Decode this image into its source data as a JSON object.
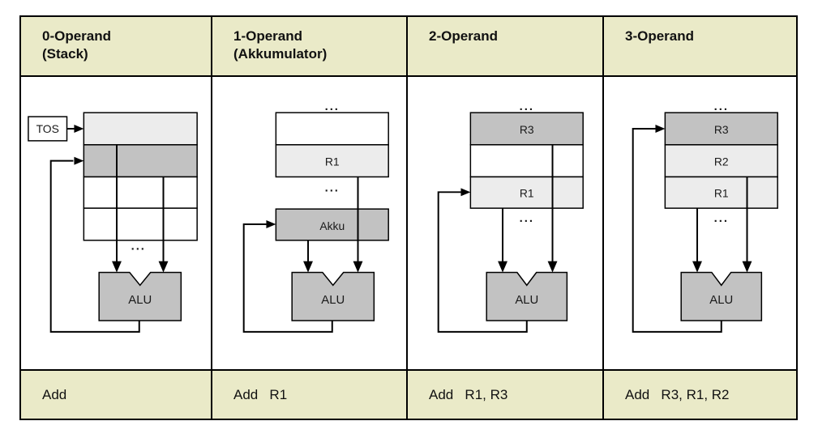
{
  "colors": {
    "header_bg": "#eaeac8",
    "cell_light": "#ececec",
    "cell_dark": "#c2c2c2",
    "border": "#000000"
  },
  "table": {
    "headers": [
      {
        "line1": "0-Operand",
        "line2": "(Stack)"
      },
      {
        "line1": "1-Operand",
        "line2": "(Akkumulator)"
      },
      {
        "line1": "2-Operand",
        "line2": ""
      },
      {
        "line1": "3-Operand",
        "line2": ""
      }
    ],
    "instructions": [
      "Add",
      "Add   R1",
      "Add   R1, R3",
      "Add   R3, R1, R2"
    ]
  },
  "diagram": {
    "ellipsis": "...",
    "alu": "ALU",
    "col0": {
      "tos": "TOS"
    },
    "col1": {
      "r1": "R1",
      "akku": "Akku"
    },
    "col2": {
      "r3": "R3",
      "r1": "R1"
    },
    "col3": {
      "r3": "R3",
      "r2": "R2",
      "r1": "R1"
    }
  }
}
